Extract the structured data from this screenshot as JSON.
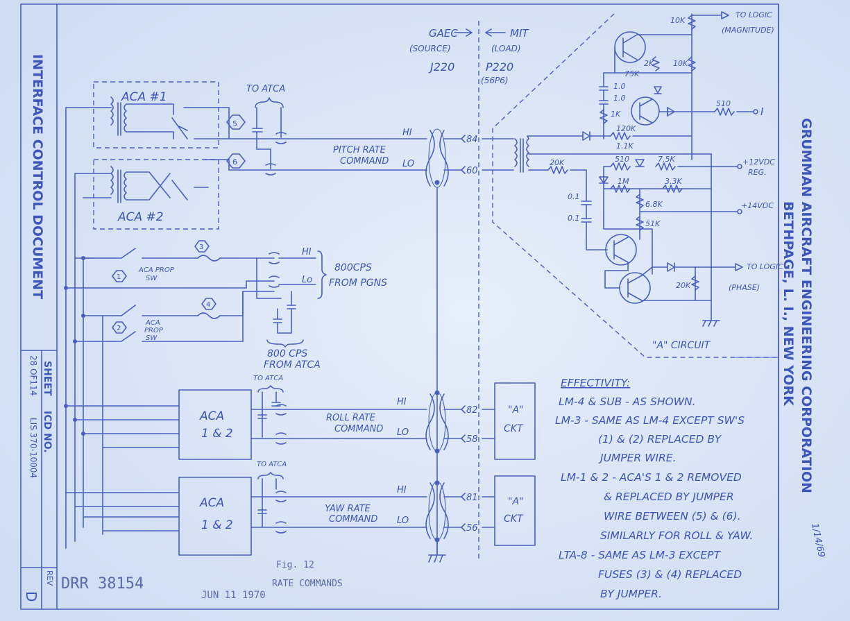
{
  "title_block": {
    "left_title": "INTERFACE CONTROL DOCUMENT",
    "right_title_line1": "GRUMMAN AIRCRAFT ENGINEERING CORPORATION",
    "right_title_line2": "BETHPAGE, L. I., NEW YORK",
    "sheet_label": "SHEET",
    "sheet_value": "28 OF114",
    "icd_label": "ICD NO.",
    "icd_value": "LIS 370-10004",
    "rev_label": "REV",
    "rev_value": "D",
    "dcr_number": "DRR 38154",
    "date_stamp": "JUN 11 1970",
    "figure_label": "Fig. 12",
    "figure_caption": "RATE COMMANDS",
    "margin_note": "1/14/69"
  },
  "interface": {
    "source": "GAEC",
    "source_sub": "(SOURCE)",
    "load": "MIT",
    "load_sub": "(LOAD)",
    "connector_left": "J220",
    "connector_right": "P220",
    "connector_right_sub": "(56P6)"
  },
  "pitch": {
    "aca1": "ACA #1",
    "aca2": "ACA #2",
    "to_atca": "TO ATCA",
    "badge5": "5",
    "badge6": "6",
    "hi": "HI",
    "lo": "LO",
    "cmd_line1": "PITCH RATE",
    "cmd_line2": "COMMAND",
    "pin_hi": "84",
    "pin_lo": "60"
  },
  "prop": {
    "sw1_badge": "1",
    "sw1_line1": "ACA PROP",
    "sw1_line2": "SW",
    "sw2_badge": "2",
    "sw2_line1": "ACA",
    "sw2_line2": "PROP",
    "sw2_line3": "SW",
    "fuse3": "3",
    "fuse4": "4",
    "hi": "HI",
    "lo": "Lo",
    "pgns_line1": "800CPS",
    "pgns_line2": "FROM PGNS",
    "atca_line1": "800 CPS",
    "atca_line2": "FROM ATCA"
  },
  "roll": {
    "aca_line1": "ACA",
    "aca_line2": "1 & 2",
    "to_atca": "TO ATCA",
    "hi": "HI",
    "lo": "LO",
    "cmd_line1": "ROLL RATE",
    "cmd_line2": "COMMAND",
    "pin_hi": "82",
    "pin_lo": "58",
    "ckt_line1": "\"A\"",
    "ckt_line2": "CKT"
  },
  "yaw": {
    "aca_line1": "ACA",
    "aca_line2": "1 & 2",
    "to_atca": "TO ATCA",
    "hi": "HI",
    "lo": "LO",
    "cmd_line1": "YAW RATE",
    "cmd_line2": "COMMAND",
    "pin_hi": "81",
    "pin_lo": "56",
    "ckt_line1": "\"A\"",
    "ckt_line2": "CKT"
  },
  "a_circuit": {
    "label": "\"A\" CIRCUIT",
    "logic_mag_line1": "TO LOGIC",
    "logic_mag_line2": "(MAGNITUDE)",
    "logic_phase_line1": "TO LOGIC",
    "logic_phase_line2": "(PHASE)",
    "r_10k_top": "10K",
    "r_2k": "2K",
    "r_10k": "10K",
    "r_75k": "75K",
    "c_10a": "1.0",
    "c_10b": "1.0",
    "r_1k": "1K",
    "r_510_out": "510",
    "out_I": "I",
    "r_120k": "120K",
    "r_11k": "1.1K",
    "r_510": "510",
    "r_75k_b": "7.5K",
    "reg_line1": "+12VDC",
    "reg_line2": "REG.",
    "r_20k_in": "20K",
    "r_1m": "1M",
    "r_33k": "3.3K",
    "r_68k": "6.8K",
    "v14": "+14VDC",
    "c_01a": "0.1",
    "c_01b": "0.1",
    "r_51k": "51K",
    "r_20k_out": "20K"
  },
  "effectivity": {
    "heading": "EFFECTIVITY:",
    "lines": [
      "LM-4 & SUB - AS SHOWN.",
      "LM-3 - SAME AS LM-4 EXCEPT SW'S",
      "(1) & (2) REPLACED BY",
      "JUMPER WIRE.",
      "LM-1 & 2 - ACA'S 1 & 2 REMOVED",
      "& REPLACED BY JUMPER",
      "WIRE BETWEEN (5) & (6).",
      "SIMILARLY FOR ROLL & YAW.",
      "LTA-8 - SAME AS LM-3 EXCEPT",
      "FUSES (3) & (4) REPLACED",
      "BY JUMPER."
    ]
  }
}
